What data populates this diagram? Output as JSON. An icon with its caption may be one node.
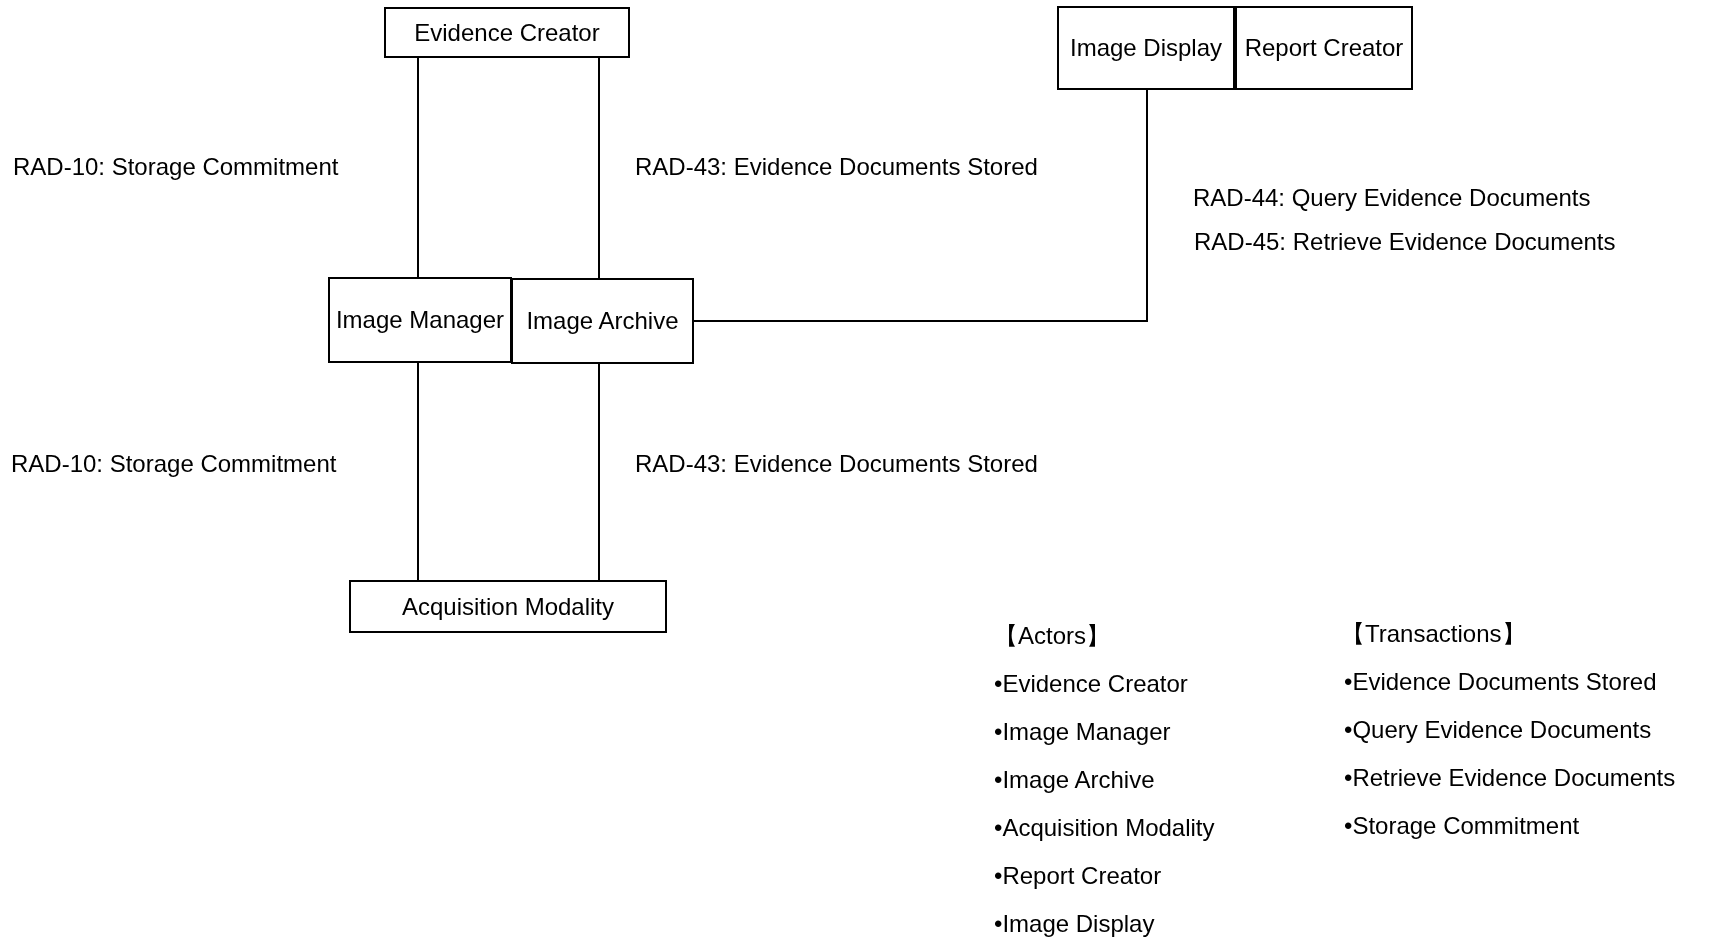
{
  "diagram": {
    "nodes": [
      {
        "text": [
          "Evidence Creator"
        ]
      },
      {
        "text": [
          "Image Display"
        ]
      },
      {
        "text": [
          "Report Creator"
        ]
      },
      {
        "text": [
          "Image Manager"
        ]
      },
      {
        "text": [
          "Image Archive"
        ]
      },
      {
        "text": [
          "Acquisition Modality"
        ]
      }
    ],
    "edges": [
      {
        "from": 0,
        "to": 3,
        "arrow": "none",
        "label": "RAD-10: Storage Commitment"
      },
      {
        "from": 0,
        "to": 4,
        "arrow": "none",
        "label": "RAD-43: Evidence Documents Stored"
      },
      {
        "from": 4,
        "to": 1,
        "arrow": "none",
        "label": "RAD-44: Query Evidence Documents"
      },
      {
        "from": 3,
        "to": 5,
        "arrow": "none",
        "label": "RAD-10: Storage Commitment"
      },
      {
        "from": 4,
        "to": 5,
        "arrow": "none",
        "label": "RAD-43: Evidence Documents Stored"
      }
    ],
    "labels": [
      "RAD-45: Retrieve Evidence Documents",
      "【Actors】",
      "【Transactions】",
      "•Evidence Creator",
      "•Evidence Documents Stored",
      "•Image Manager",
      "•Query Evidence Documents",
      "•Image Archive",
      "•Retrieve Evidence Documents",
      "•Acquisition Modality",
      "•Storage Commitment",
      "•Report Creator",
      "•Image Display"
    ]
  }
}
